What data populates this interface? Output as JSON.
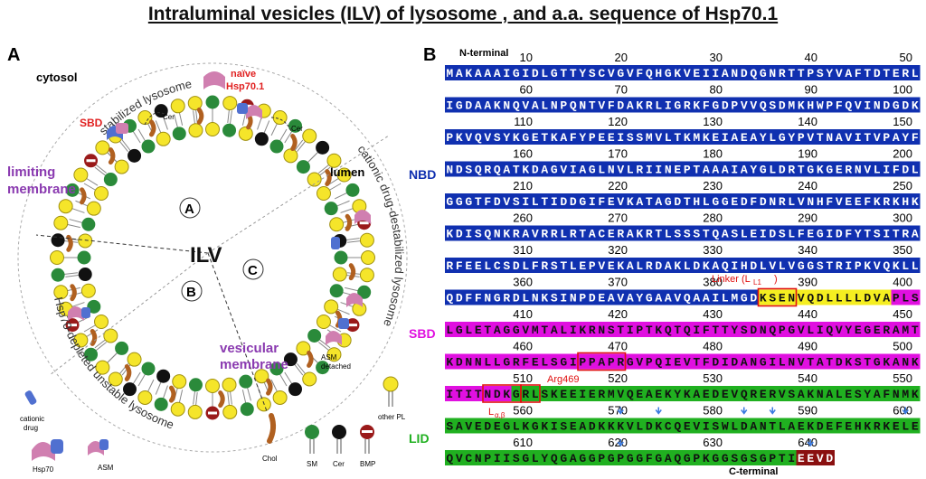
{
  "title": "Intraluminal vesicles (ILV) of lysosome , and a.a. sequence of Hsp70.1",
  "panels": {
    "a": "A",
    "b": "B"
  },
  "diagram": {
    "cytosol": "cytosol",
    "stabilized": "stabilized lysosome",
    "naive": [
      "naïve",
      "Hsp70.1"
    ],
    "sbd": "SBD",
    "cer1": "Cer",
    "cer2": "Cer",
    "lumen": "lumen",
    "limiting": [
      "limiting",
      "membrane"
    ],
    "cationic_destab": "cationic drug-destabilized lysosome",
    "ilv": "ILV",
    "regions": [
      "A",
      "B",
      "C"
    ],
    "vesicular": [
      "vesicular",
      "membrane"
    ],
    "hsp70_depleted": "Hsp70-depleted unstable lysosome",
    "asm_detached": [
      "ASM",
      "detached"
    ],
    "legend": {
      "cationic_drug": [
        "cationic",
        "drug"
      ],
      "hsp70": "Hsp70",
      "asm": "ASM",
      "chol": "Chol",
      "sm": "SM",
      "cer": "Cer",
      "bmp": "BMP",
      "other_pl": [
        "other PL"
      ]
    }
  },
  "sequence": {
    "n_terminal": "N-terminal",
    "c_terminal": "C-terminal",
    "domains": [
      {
        "label": "NBD",
        "color": "#1030b0"
      },
      {
        "label": "SBD",
        "color": "#e010e0"
      },
      {
        "label": "LID",
        "color": "#20b020"
      }
    ],
    "linker": "Linker (L",
    "linker_sub": "L1",
    "arg469": "Arg469",
    "lab": "L",
    "lab_sub": "α,β",
    "rows": [
      {
        "nums": [
          "10",
          "20",
          "30",
          "40",
          "50"
        ],
        "blocks": [
          "MAKAAAIGID",
          "LGTTYSCVGV",
          "FQHGKVEIIA",
          "NDQGNRTTPS",
          "YVAFTDTERL"
        ]
      },
      {
        "nums": [
          "60",
          "70",
          "80",
          "90",
          "100"
        ],
        "blocks": [
          "IGDAAKNQVA",
          "LNPQNTVFDA",
          "KRLIGRKFGD",
          "PVVQSDMKHW",
          "PFQVINDGDK"
        ]
      },
      {
        "nums": [
          "110",
          "120",
          "130",
          "140",
          "150"
        ],
        "blocks": [
          "PKVQVSYKGE",
          "TKAFYPEEIS",
          "SMVLTKMKEI",
          "AEAYLGYPVT",
          "NAVITVPAYF"
        ]
      },
      {
        "nums": [
          "160",
          "170",
          "180",
          "190",
          "200"
        ],
        "blocks": [
          "NDSQRQATKD",
          "AGVIAGLNVL",
          "RIINEPTAAA",
          "IAYGLDRTGK",
          "GERNVLIFDL"
        ]
      },
      {
        "nums": [
          "210",
          "220",
          "230",
          "240",
          "250"
        ],
        "blocks": [
          "GGGTFDVSIL",
          "TIDDGIFEVK",
          "ATAGDTHLGG",
          "EDFDNRLVNH",
          "FVEEFKRKHK"
        ]
      },
      {
        "nums": [
          "260",
          "270",
          "280",
          "290",
          "300"
        ],
        "blocks": [
          "KDISQNKRAV",
          "RRLRTACERA",
          "KRTLSSSTQA",
          "SLEIDSLFEG",
          "IDFYTSITRA"
        ]
      },
      {
        "nums": [
          "310",
          "320",
          "330",
          "340",
          "350"
        ],
        "blocks": [
          "RFEELCSDLF",
          "RSTLEPVEKA",
          "LRDAKLDKAQ",
          "IHDLVLVGGS",
          "TRIPKVQKLL"
        ]
      },
      {
        "nums": [
          "360",
          "370",
          "380",
          "390",
          "400"
        ],
        "blocks": [
          "QDFFNGRDLN",
          "KSINPDEAVA",
          "YGAAVQAAIL",
          "MGDKSENVQD",
          "LLLLDVAPLS"
        ]
      },
      {
        "nums": [
          "410",
          "420",
          "430",
          "440",
          "450"
        ],
        "blocks": [
          "LGLETAGGVM",
          "TALIKRNSTI",
          "PTKQTQIFTT",
          "YSDNQPGVLI",
          "QVYEGERAMT"
        ]
      },
      {
        "nums": [
          "460",
          "470",
          "480",
          "490",
          "500"
        ],
        "blocks": [
          "KDNNLLGRFE",
          "LSGIPPAPRG",
          "VPQIEVTFDI",
          "DANGILNVTA",
          "TDKSTGKANK"
        ]
      },
      {
        "nums": [
          "510",
          "520",
          "530",
          "540",
          "550"
        ],
        "blocks": [
          "ITITNDKGRL",
          "SKEEIERMVQ",
          "EAEKYKAEDE",
          "VQRERVSAKN",
          "ALESYAFNMK"
        ]
      },
      {
        "nums": [
          "560",
          "570",
          "580",
          "590",
          "600"
        ],
        "blocks": [
          "SAVEDEGLKG",
          "KISEADKKKV",
          "LDKCQEVISW",
          "LDANTLAEKD",
          "EFEHKRKELE"
        ]
      },
      {
        "nums": [
          "610",
          "620",
          "630",
          "640",
          ""
        ],
        "blocks": [
          "QVCNPIISGL",
          "YQGAGGPGPG",
          "GFGAQGPKGG",
          "SGSGPTIEEV",
          "D"
        ]
      }
    ]
  }
}
